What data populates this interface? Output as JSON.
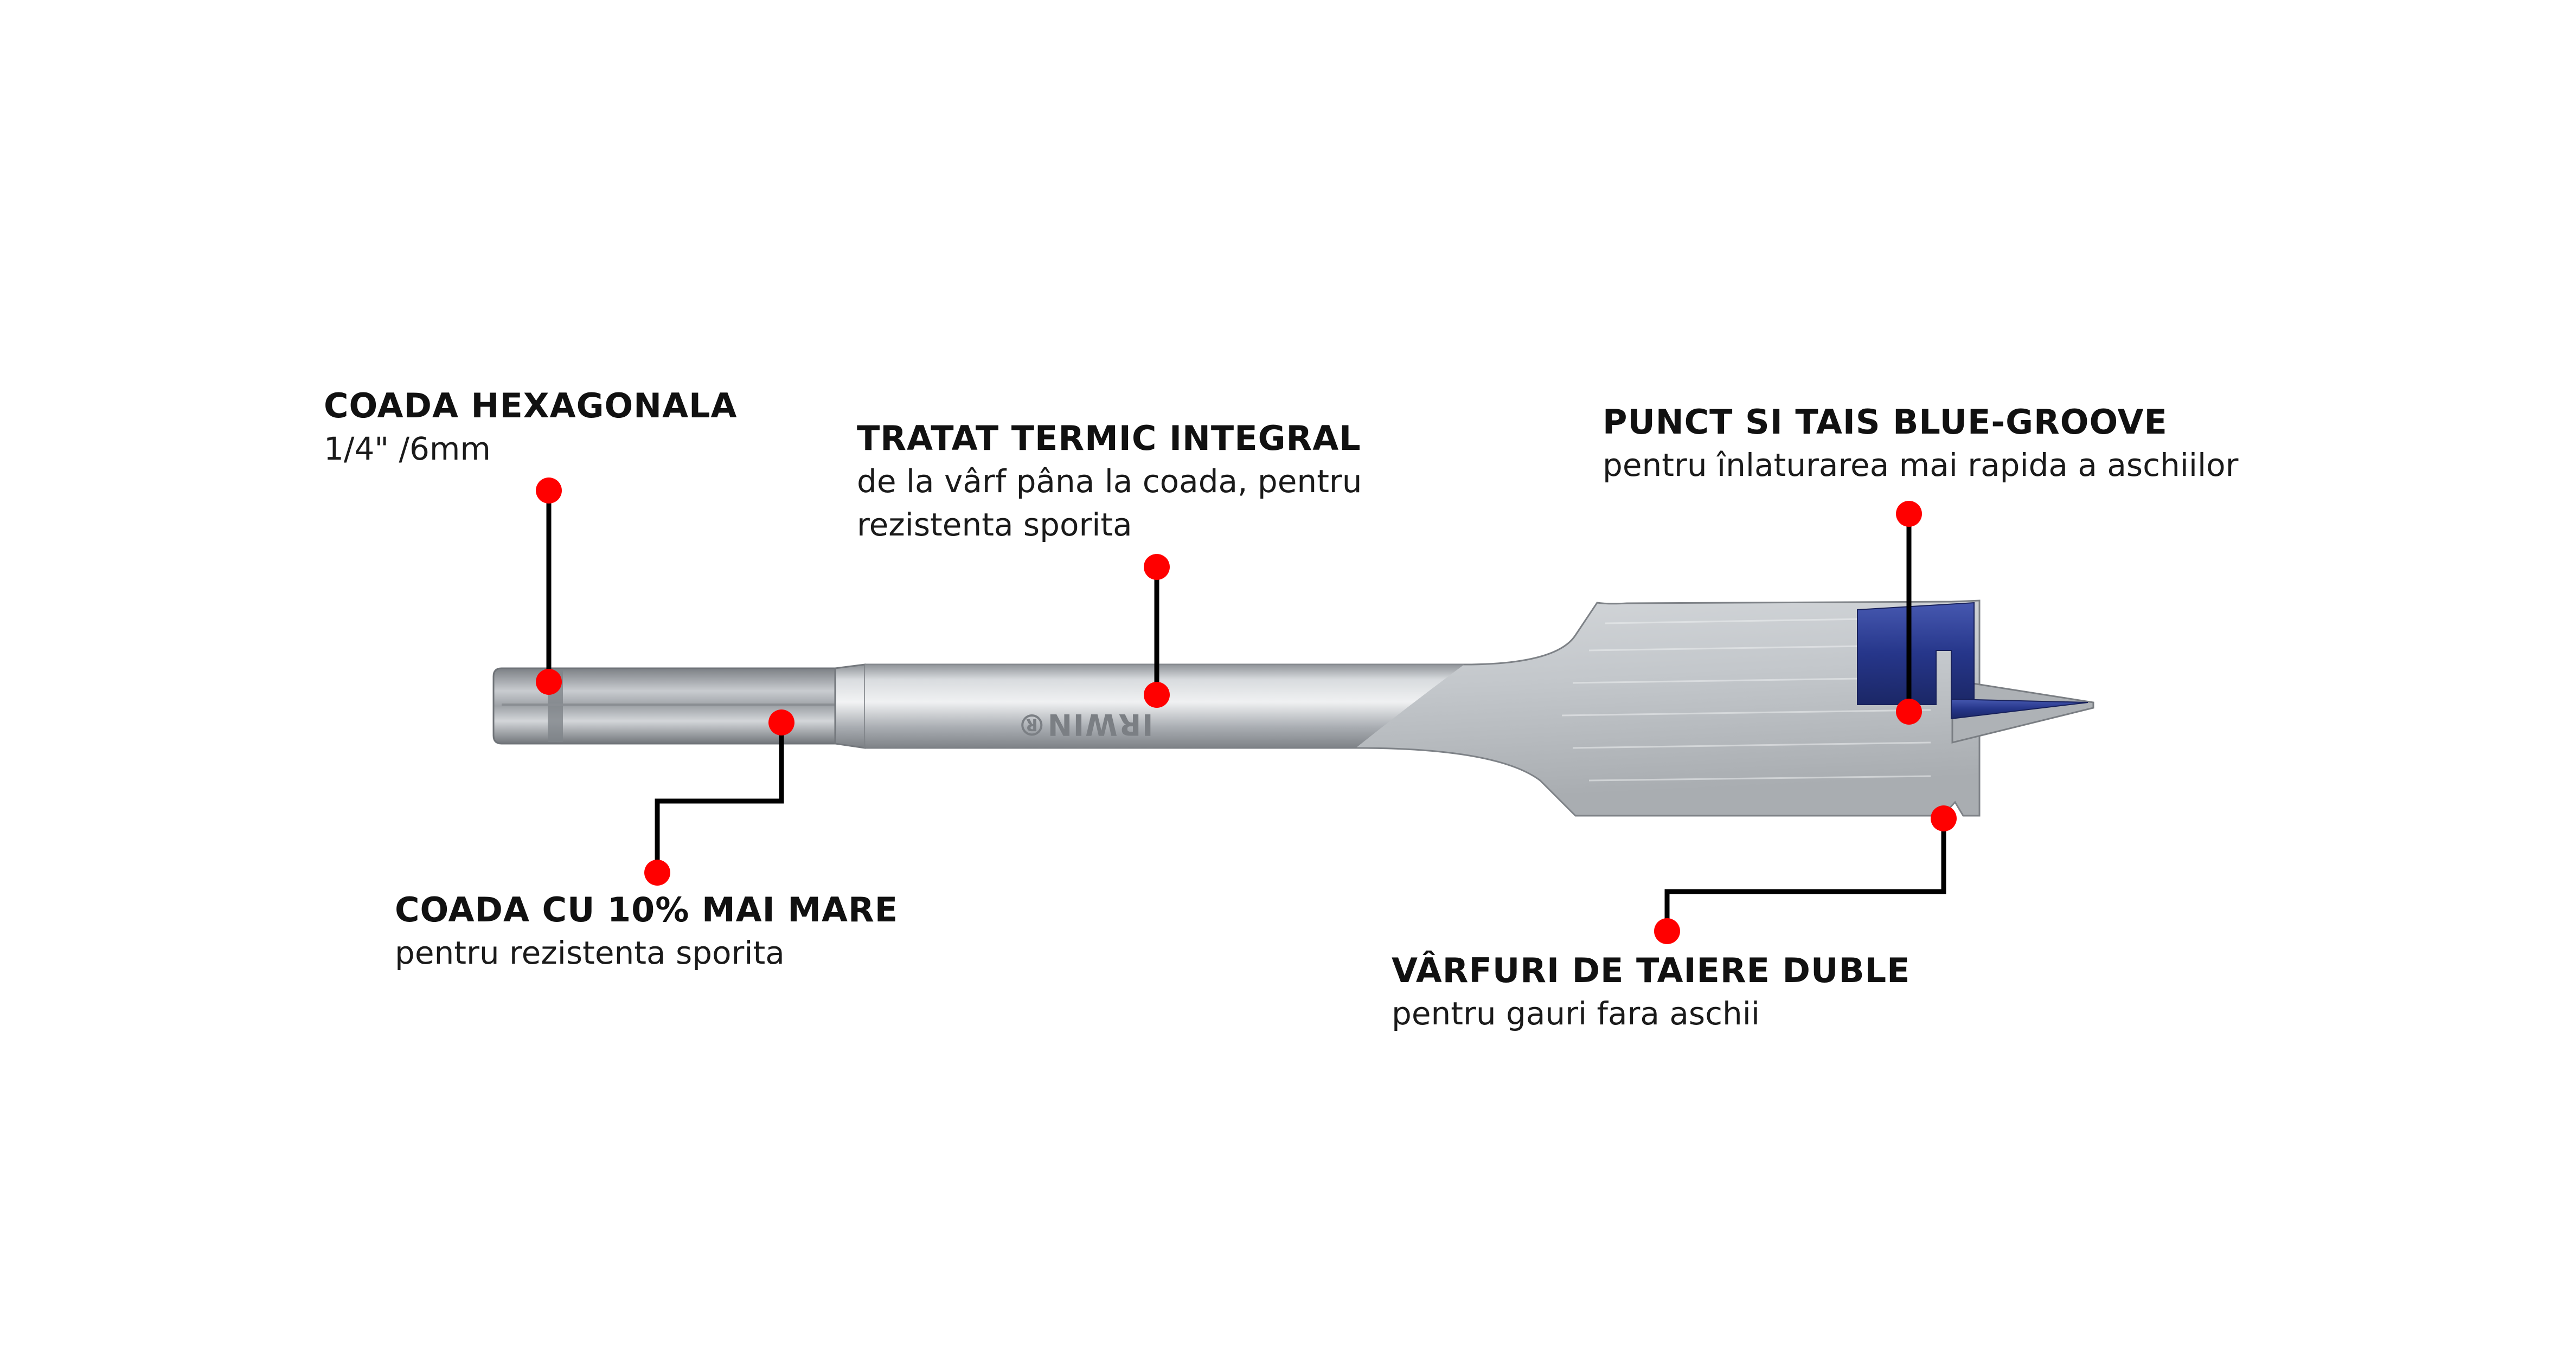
{
  "brand_mark": "IRWIN®",
  "colors": {
    "marker": "#ff0000",
    "leader": "#000000",
    "steel": "#b8bcc0",
    "blue_groove": "#2a3a8c"
  },
  "callouts": {
    "hex_shank": {
      "title": "COADA HEXAGONALA",
      "subtitle": "1/4\" /6mm"
    },
    "heat_treated": {
      "title": "TRATAT TERMIC INTEGRAL",
      "subtitle_line1": "de la vârf pâna la coada, pentru",
      "subtitle_line2": "rezistenta sporita"
    },
    "blue_groove": {
      "title": "PUNCT SI TAIS BLUE-GROOVE",
      "subtitle": "pentru înlaturarea mai rapida a aschiilor"
    },
    "larger_shank": {
      "title": "COADA CU 10% MAI MARE",
      "subtitle": "pentru rezistenta sporita"
    },
    "dual_spurs": {
      "title": "VÂRFURI DE TAIERE DUBLE",
      "subtitle": "pentru gauri fara aschii"
    }
  }
}
